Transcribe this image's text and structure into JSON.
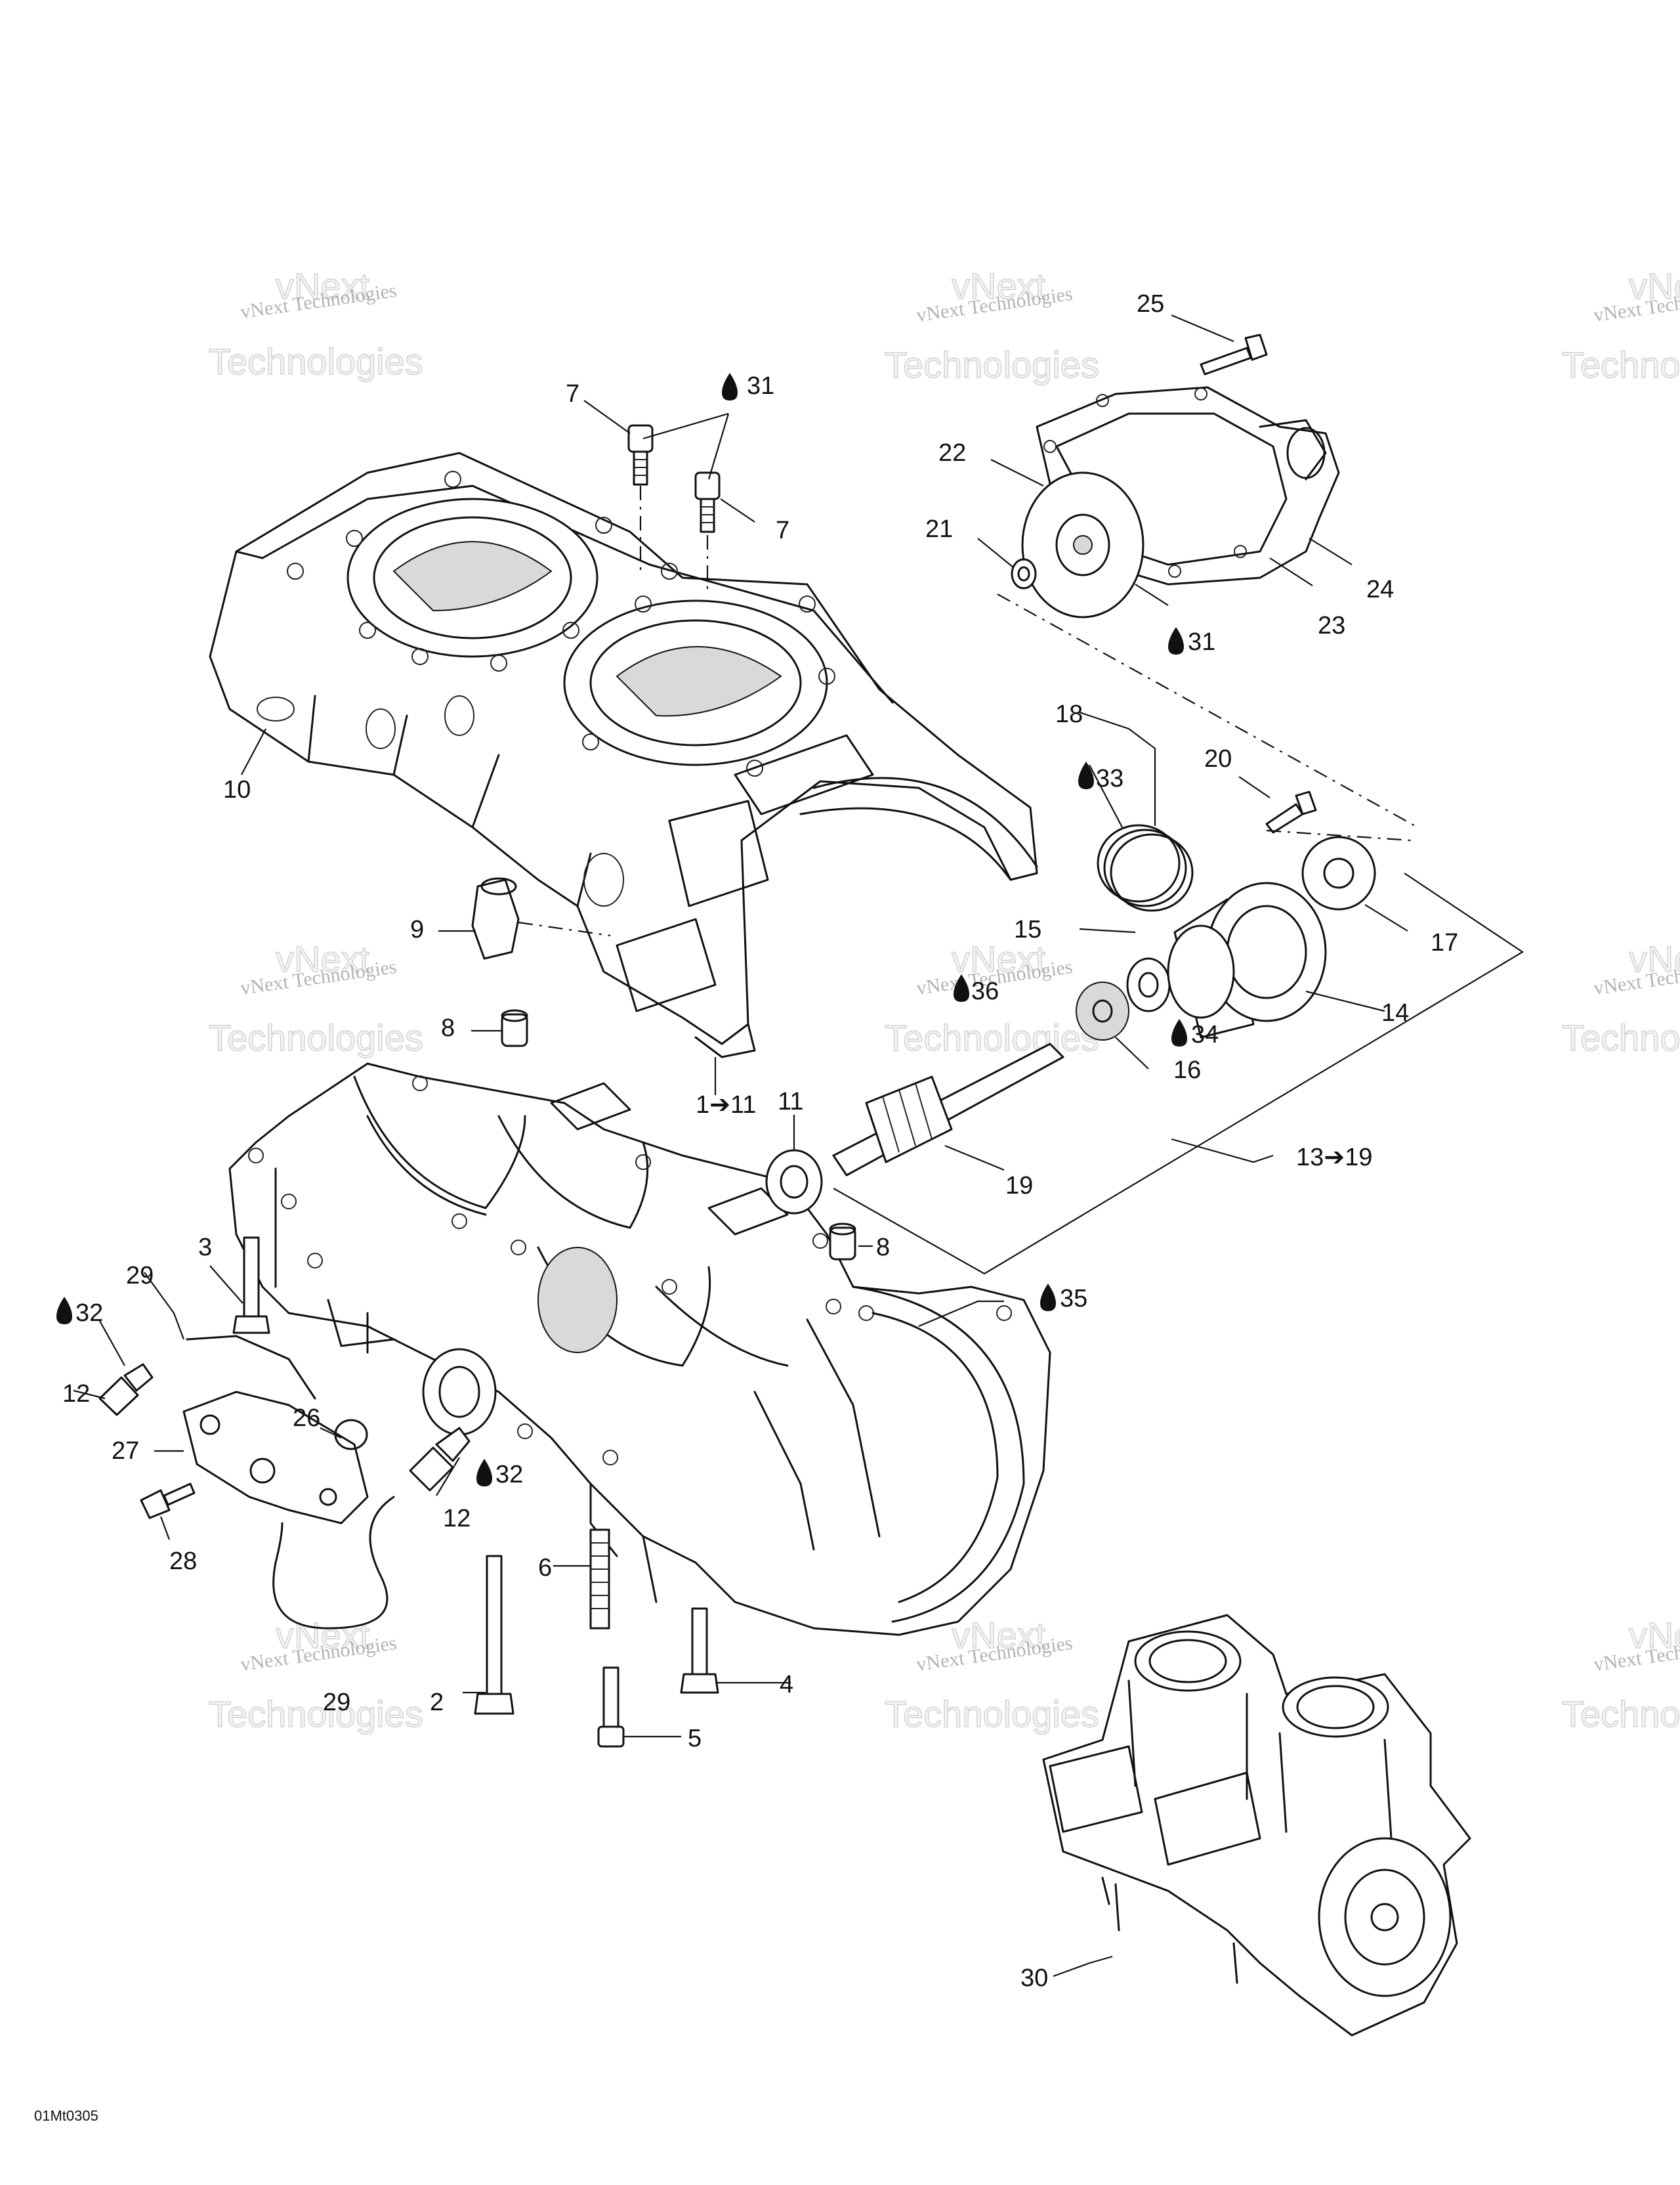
{
  "watermarks": [
    {
      "line1": "vNext Technologies",
      "line2": "vNext",
      "line3": "Technologies"
    },
    {
      "line1": "vNext Technologies",
      "line2": "vNext",
      "line3": "Technologies"
    },
    {
      "line1": "vNext Technologies",
      "line2": "vNext",
      "line3": "Technologies"
    },
    {
      "line1": "vNext Technologies",
      "line2": "vNext",
      "line3": "Technologies"
    },
    {
      "line1": "vNext Technologies",
      "line2": "vNext",
      "line3": "Technologies"
    },
    {
      "line1": "vNext Technologies",
      "line2": "vNext",
      "line3": "Technologies"
    },
    {
      "line1": "vNext Technologies",
      "line2": "vNext",
      "line3": "Technologies"
    },
    {
      "line1": "vNext Technologies",
      "line2": "vNext",
      "line3": "Technologies"
    },
    {
      "line1": "vNext Technologies",
      "line2": "vNext",
      "line3": "Technologies"
    }
  ],
  "callouts": {
    "c1_11": "1➔11",
    "c2": "2",
    "c3": "3",
    "c4": "4",
    "c5": "5",
    "c6": "6",
    "c7a": "7",
    "c7b": "7",
    "c8a": "8",
    "c8b": "8",
    "c9": "9",
    "c10": "10",
    "c11": "11",
    "c12a": "12",
    "c12b": "12",
    "c13_19": "13➔19",
    "c14": "14",
    "c15": "15",
    "c16": "16",
    "c17": "17",
    "c18": "18",
    "c19": "19",
    "c20": "20",
    "c21": "21",
    "c22": "22",
    "c23": "23",
    "c24": "24",
    "c25": "25",
    "c26": "26",
    "c27": "27",
    "c28": "28",
    "c29a": "29",
    "c29b": "29",
    "c30": "30",
    "c31a": "31",
    "c31b": "31",
    "c32a": "32",
    "c32b": "32",
    "c33": "33",
    "c34": "34",
    "c35": "35",
    "c36": "36"
  },
  "figure_code": "01Mt0305",
  "icons": {
    "lubricant": "oil-drop-icon"
  }
}
